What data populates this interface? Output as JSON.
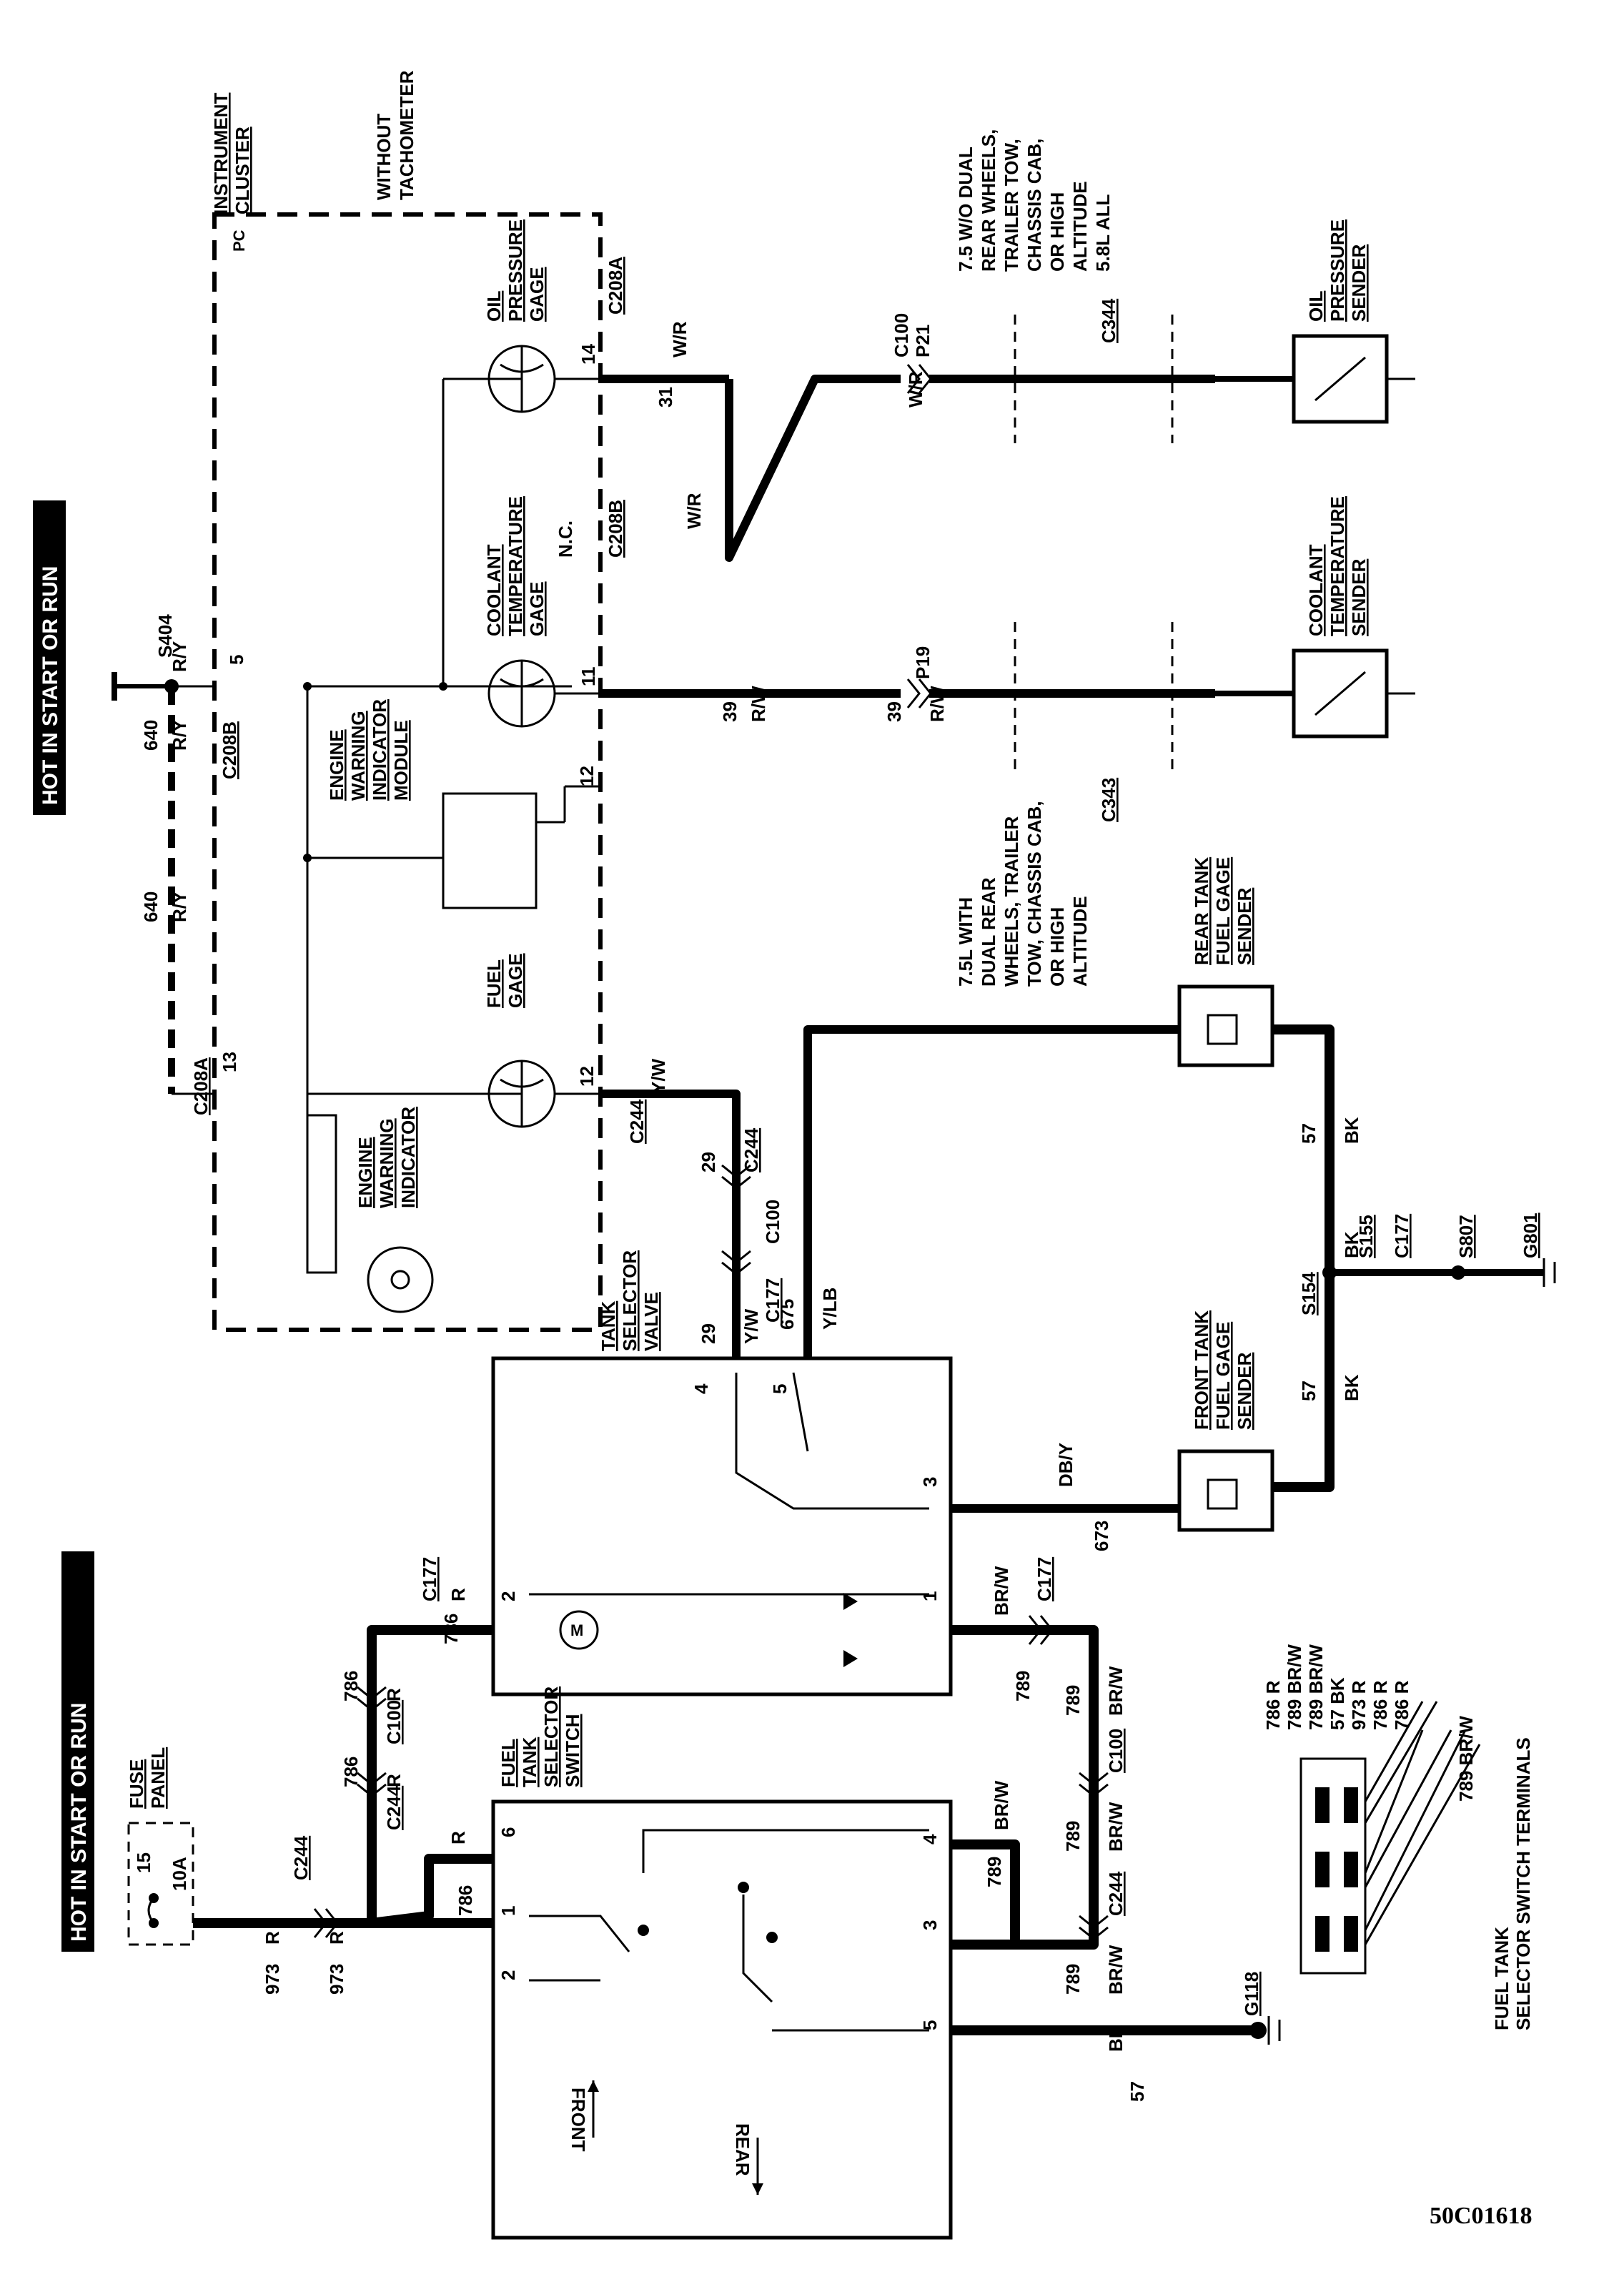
{
  "headers": {
    "left": "HOT IN START OR RUN",
    "top": "HOT IN START OR RUN"
  },
  "fuse_panel": {
    "title": [
      "FUSE",
      "PANEL"
    ],
    "fuse_no": "15",
    "rating": "10A"
  },
  "instrument_cluster": {
    "title": [
      "INSTRUMENT",
      "CLUSTER"
    ],
    "variant": [
      "WITHOUT",
      "TACHOMETER"
    ],
    "code": "PC"
  },
  "gauges": {
    "fuel": [
      "FUEL",
      "GAGE"
    ],
    "coolant": [
      "COOLANT",
      "TEMPERATURE",
      "GAGE"
    ],
    "oil": [
      "OIL",
      "PRESSURE",
      "GAGE"
    ]
  },
  "engine_warning_indicator": [
    "ENGINE",
    "WARNING",
    "INDICATOR"
  ],
  "engine_warning_module": [
    "ENGINE",
    "WARNING",
    "INDICATOR",
    "MODULE"
  ],
  "tank_selector_valve": [
    "TANK",
    "SELECTOR",
    "VALVE"
  ],
  "fuel_tank_selector_switch": [
    "FUEL",
    "TANK",
    "SELECTOR",
    "SWITCH"
  ],
  "switch_arrows": {
    "front": "FRONT",
    "rear": "REAR"
  },
  "senders": {
    "oil": [
      "OIL",
      "PRESSURE",
      "SENDER"
    ],
    "coolant": [
      "COOLANT",
      "TEMPERATURE",
      "SENDER"
    ],
    "rear_tank": [
      "REAR TANK",
      "FUEL GAGE",
      "SENDER"
    ],
    "front_tank": [
      "FRONT TANK",
      "FUEL GAGE",
      "SENDER"
    ]
  },
  "notes": {
    "with_dual": [
      "7.5L WITH",
      "DUAL REAR",
      "WHEELS, TRAILER",
      "TOW, CHASSIS CAB,",
      "OR HIGH",
      "ALTITUDE"
    ],
    "without_dual": [
      "7.5 W/O DUAL",
      "REAR WHEELS,",
      "TRAILER TOW,",
      "CHASSIS CAB,",
      "OR HIGH",
      "ALTITUDE",
      "5.8L ALL"
    ]
  },
  "connectors": {
    "c244": "C244",
    "c100": "C100",
    "c177": "C177",
    "c208a": "C208A",
    "c208b": "C208B",
    "c343": "C343",
    "c344": "C344",
    "s404": "S404",
    "s155": "S155",
    "s154": "S154",
    "s807": "S807",
    "g801": "G801",
    "g118": "G118",
    "p19": "P19",
    "p21": "P21",
    "nc": "N.C."
  },
  "circuits": {
    "c973": "973",
    "c786": "786",
    "c789": "789",
    "c57": "57",
    "c640": "640",
    "c29": "29",
    "c675": "675",
    "c673": "673",
    "c39": "39",
    "c31": "31"
  },
  "colors": {
    "r": "R",
    "brw": "BR/W",
    "bk": "BK",
    "ry": "R/Y",
    "yw": "Y/W",
    "ylb": "Y/LB",
    "dby": "DB/Y",
    "rw": "R/W",
    "wr": "W/R"
  },
  "pins": {
    "p1": "1",
    "p2": "2",
    "p3": "3",
    "p4": "4",
    "p5": "5",
    "p6": "6",
    "p11": "11",
    "p12": "12",
    "p13": "13",
    "p14": "14"
  },
  "terminals": {
    "caption": [
      "FUEL TANK",
      "SELECTOR SWITCH TERMINALS"
    ],
    "list": [
      "786 R",
      "789 BR/W",
      "789 BR/W",
      "57 BK",
      "973 R",
      "786 R",
      "786 R",
      "789 BR/W"
    ]
  },
  "figure_code": "50C01618"
}
